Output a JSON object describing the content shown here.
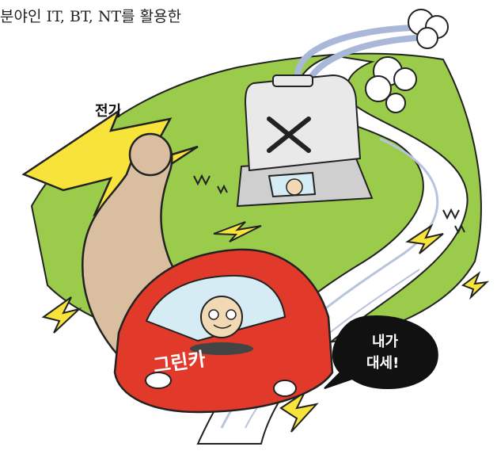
{
  "caption": "분야인 IT, BT, NT를 활용한",
  "labels": {
    "electricity": "전기",
    "car_name": "그린카",
    "speech_line1": "내가",
    "speech_line2": "대세!"
  },
  "colors": {
    "grass": "#9bcb4a",
    "road": "#ffffff",
    "car": "#e23a2a",
    "lightning": "#f7e33a",
    "arm": "#d9bfa0",
    "tank": "#e9e9e9",
    "bubble": "#111111"
  }
}
